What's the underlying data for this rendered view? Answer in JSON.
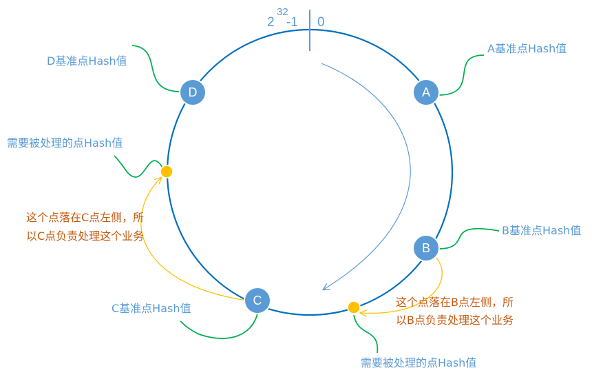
{
  "colors": {
    "ring": "#0070c0",
    "node_fill": "#5b9bd5",
    "node_stroke": "#ffffff",
    "point_fill": "#ffc000",
    "label_blue": "#5b9bd5",
    "label_orange": "#c55a11",
    "leader_green": "#00b050",
    "arrow_yellow": "#ffc000",
    "direction_arrow": "#5b9bd5"
  },
  "ring_top": {
    "base": "2",
    "exponent": "32",
    "minus_one": "-1",
    "zero": "0"
  },
  "nodes": [
    {
      "id": "A",
      "letter": "A",
      "label": "A基准点Hash值"
    },
    {
      "id": "B",
      "letter": "B",
      "label": "B基准点Hash值"
    },
    {
      "id": "C",
      "letter": "C",
      "label": "C基准点Hash值"
    },
    {
      "id": "D",
      "letter": "D",
      "label": "D基准点Hash值"
    }
  ],
  "points": [
    {
      "id": "left",
      "label": "需要被处理的点Hash值",
      "note": [
        "这个点落在C点左侧，所",
        "以C点负责处理这个业务"
      ]
    },
    {
      "id": "bottom",
      "label": "需要被处理的点Hash值",
      "note": [
        "这个点落在B点左侧，所",
        "以B点负责处理这个业务"
      ]
    }
  ]
}
